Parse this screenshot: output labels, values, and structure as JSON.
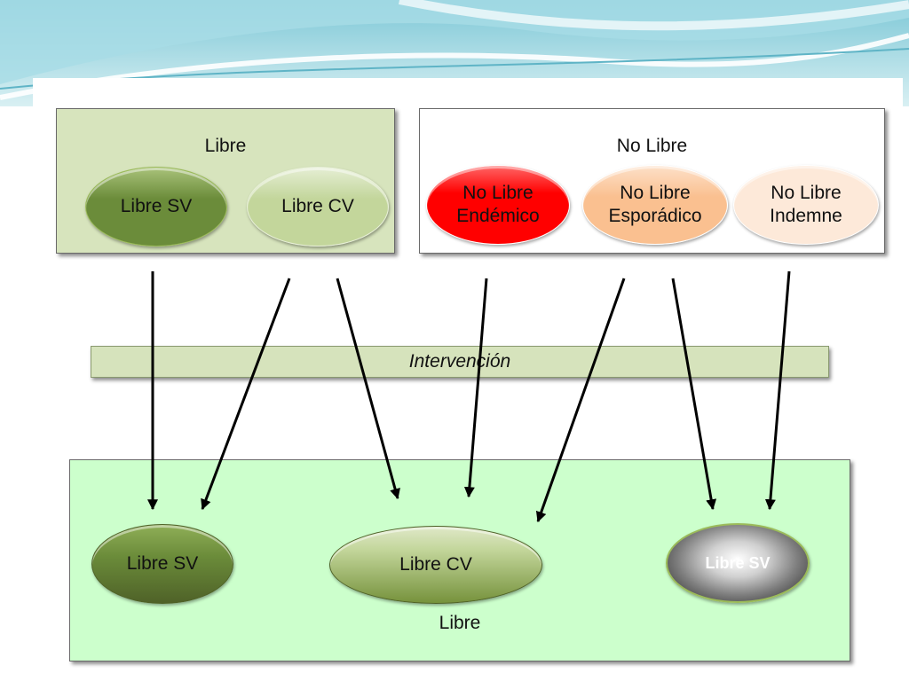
{
  "colors": {
    "libre_box": "#d7e4bd",
    "no_libre_box": "#ffffff",
    "result_box": "#ccffcc",
    "intervention_band": "#d6e3bc",
    "libre_sv": "#6b8c3a",
    "libre_cv": "#c3d69b",
    "no_libre_endemico": "#ff0000",
    "no_libre_esporadico": "#fac090",
    "no_libre_indemne": "#fde9d9",
    "libre_sv_grey": "#7f7f7f"
  },
  "top_left_box": {
    "title": "Libre",
    "ovals": [
      {
        "label": "Libre SV"
      },
      {
        "label": "Libre CV"
      }
    ]
  },
  "top_right_box": {
    "title": "No Libre",
    "ovals": [
      {
        "label": "No Libre\nEndémico"
      },
      {
        "label": "No Libre\nEsporádico"
      },
      {
        "label": "No Libre\nIndemne"
      }
    ]
  },
  "intervention": {
    "label": "Intervención"
  },
  "bottom_box": {
    "title": "Libre",
    "ovals": [
      {
        "label": "Libre SV"
      },
      {
        "label": "Libre CV"
      },
      {
        "label": "Libre SV"
      }
    ]
  }
}
